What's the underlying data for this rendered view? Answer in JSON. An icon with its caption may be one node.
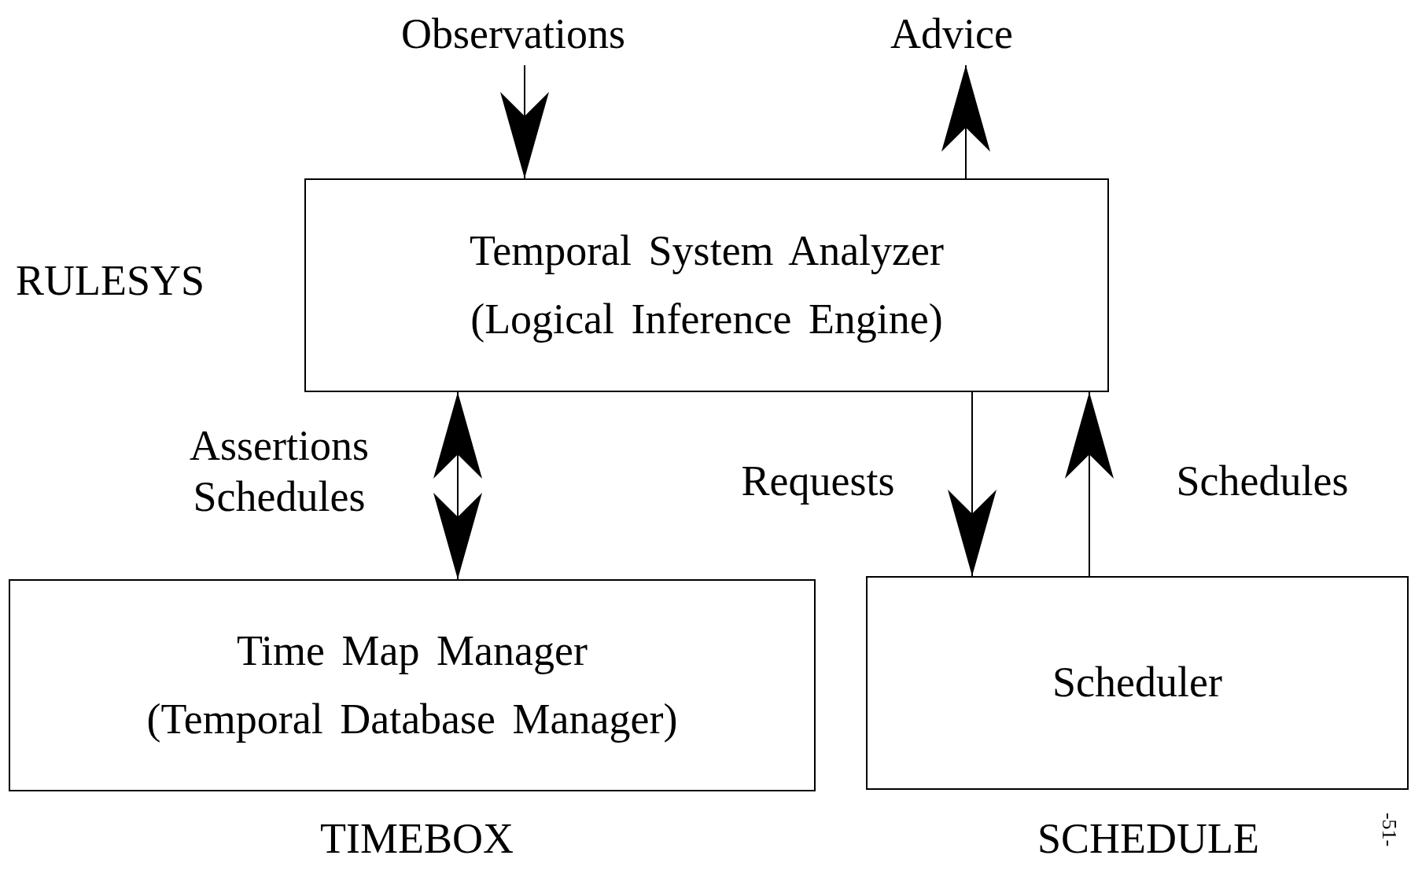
{
  "diagram": {
    "nodes": [
      {
        "text": [
          "Temporal System Analyzer",
          "(Logical Inference Engine)"
        ],
        "beside": [
          "RULESYS"
        ]
      },
      {
        "text": [
          "Time Map Manager",
          "(Temporal Database Manager)"
        ],
        "beside": [
          "TIMEBOX"
        ]
      },
      {
        "text": [
          "Scheduler"
        ],
        "beside": [
          "SCHEDULE"
        ]
      },
      {
        "text": [
          "Observations"
        ]
      },
      {
        "text": [
          "Advice"
        ]
      }
    ],
    "edges": [
      {
        "from": 3,
        "to": 0,
        "arrow": "to"
      },
      {
        "from": 0,
        "to": 4,
        "arrow": "to"
      },
      {
        "from": 0,
        "to": 1,
        "arrow": "both",
        "label": "Assertions Schedules"
      },
      {
        "from": 0,
        "to": 2,
        "arrow": "to",
        "label": "Requests"
      },
      {
        "from": 2,
        "to": 0,
        "arrow": "to",
        "label": "Schedules"
      }
    ],
    "labels": [
      "-51-"
    ]
  }
}
